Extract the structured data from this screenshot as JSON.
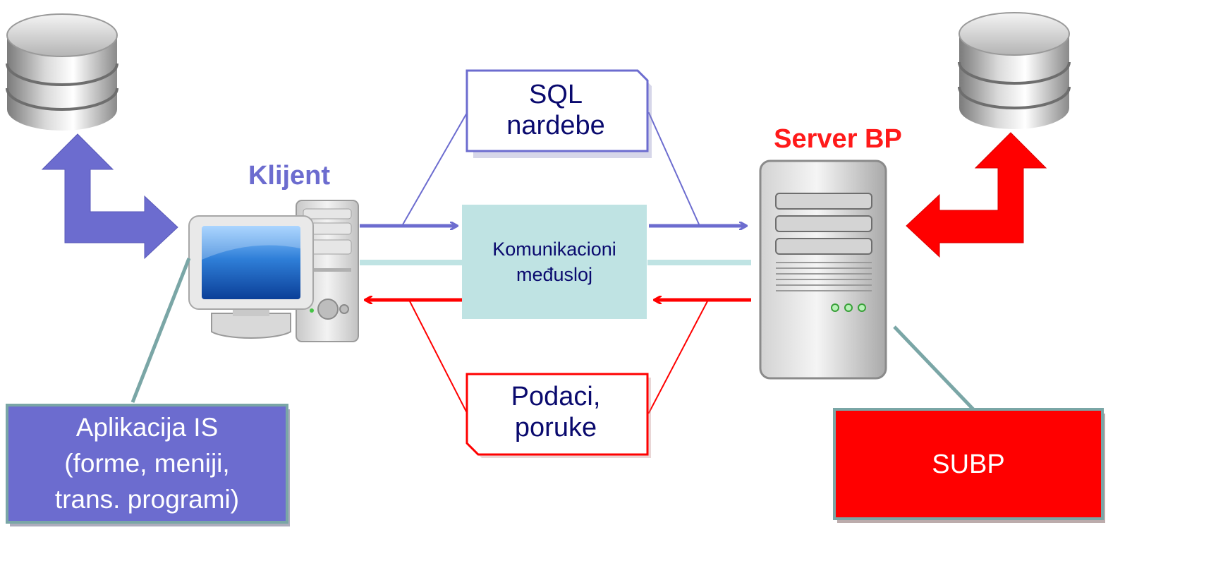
{
  "labels": {
    "client_title": "Klijent",
    "server_title": "Server BP",
    "sql_callout": [
      "SQL",
      "nardebe"
    ],
    "data_callout": [
      "Podaci,",
      "poruke"
    ],
    "middleware": [
      "Komunikacioni",
      "međusloj"
    ],
    "application_box": [
      "Aplikacija IS",
      "(forme, meniji,",
      "trans. programi)"
    ],
    "dbms_box": "SUBP"
  },
  "colors": {
    "request": "#6c6ccf",
    "response": "#ff0000",
    "middleware_fill": "#bfe3e3",
    "connector_line": "#7aa6a6",
    "label_text": "#0a0a6e"
  },
  "icons": [
    "database-icon",
    "client-computer-icon",
    "server-tower-icon",
    "bent-arrow-icon"
  ]
}
